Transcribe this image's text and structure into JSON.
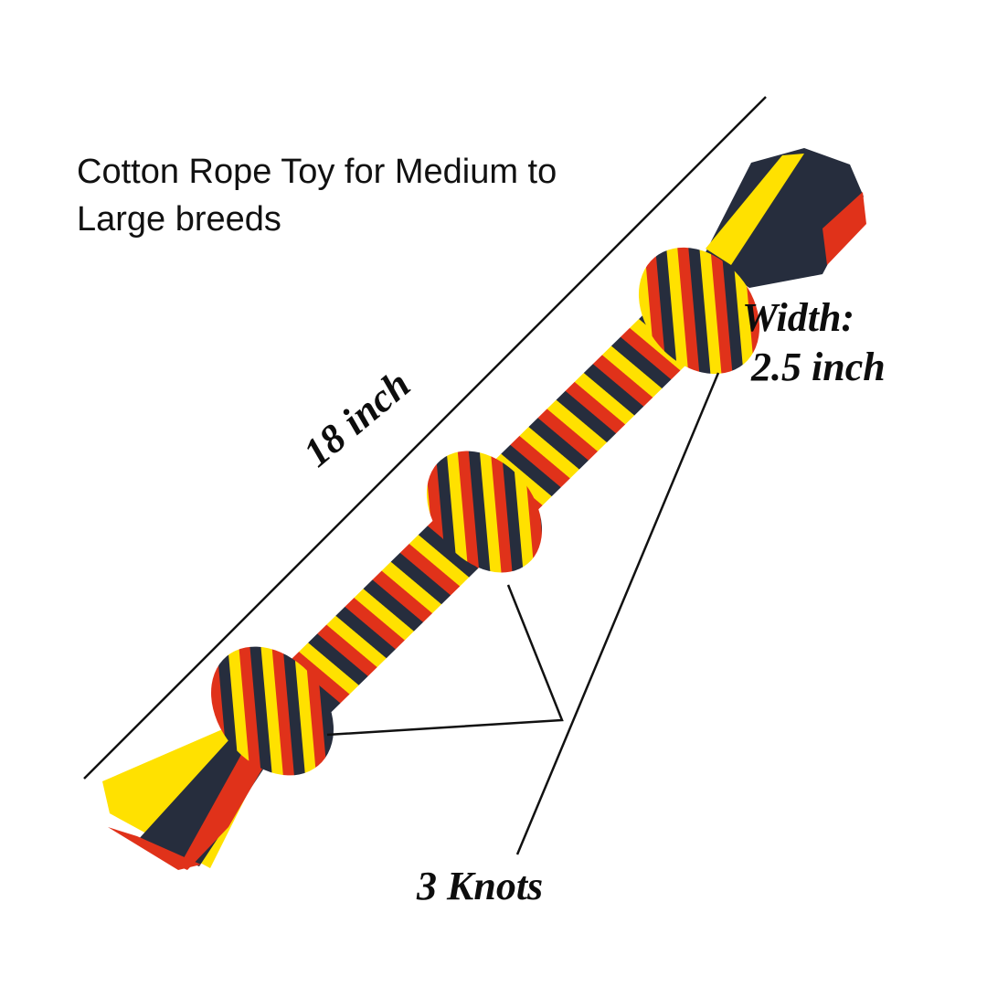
{
  "title": {
    "line1": "Cotton Rope Toy for Medium to",
    "line2": "Large breeds"
  },
  "labels": {
    "length": "18 inch",
    "width_line1": "Width:",
    "width_line2": "2.5 inch",
    "knots": "3 Knots"
  },
  "colors": {
    "rope_yellow": "#ffe100",
    "rope_red": "#e0321a",
    "rope_navy": "#262d3d",
    "line": "#111111"
  }
}
